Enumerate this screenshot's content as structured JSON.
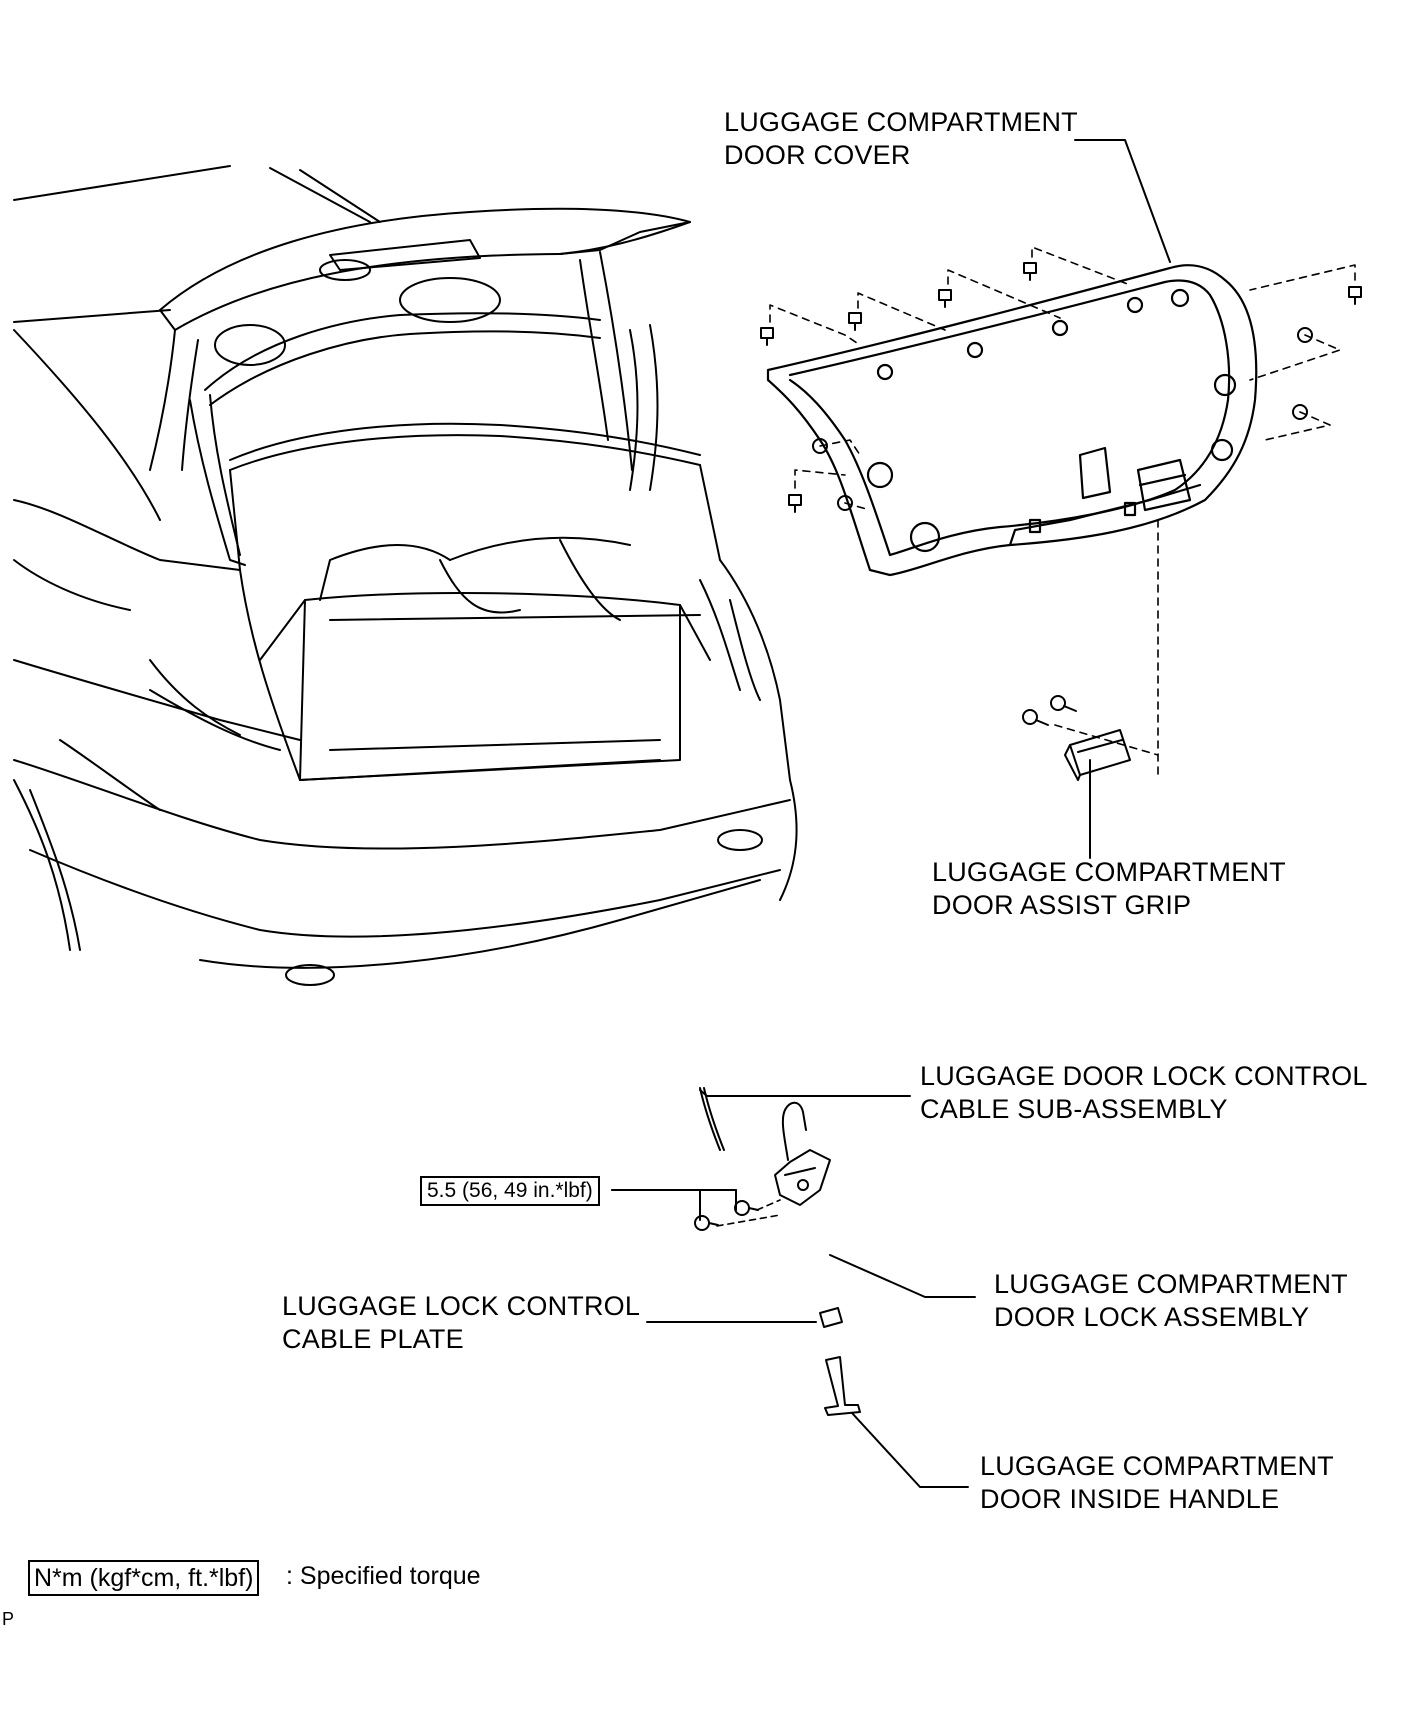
{
  "labels": {
    "door_cover": [
      "LUGGAGE COMPARTMENT",
      "DOOR COVER"
    ],
    "assist_grip": [
      "LUGGAGE COMPARTMENT",
      "DOOR ASSIST GRIP"
    ],
    "cable_sub_assembly": [
      "LUGGAGE DOOR LOCK CONTROL",
      "CABLE SUB-ASSEMBLY"
    ],
    "lock_assembly": [
      "LUGGAGE COMPARTMENT",
      "DOOR LOCK ASSEMBLY"
    ],
    "cable_plate": [
      "LUGGAGE LOCK CONTROL",
      "CABLE PLATE"
    ],
    "inside_handle": [
      "LUGGAGE COMPARTMENT",
      "DOOR INSIDE HANDLE"
    ]
  },
  "torque_value": "5.5 (56, 49 in.*lbf)",
  "legend": {
    "box": "N*m (kgf*cm, ft.*lbf)",
    "text": ": Specified torque"
  },
  "figure_code": "P"
}
